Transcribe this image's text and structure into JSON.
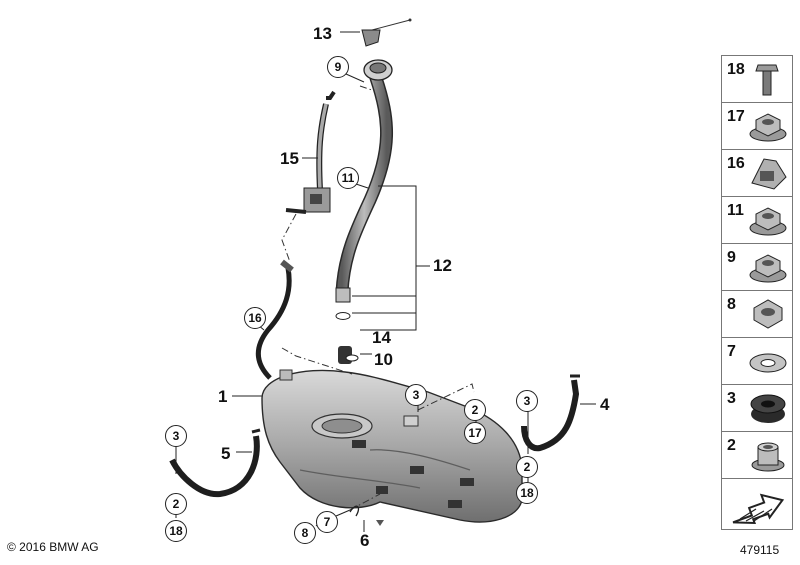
{
  "diagram": {
    "callouts": {
      "c1": "1",
      "c4": "4",
      "c5": "5",
      "c6": "6",
      "c10": "10",
      "c12": "12",
      "c13": "13",
      "c14": "14",
      "c15": "15"
    },
    "circled": {
      "r9": "9",
      "r11": "11",
      "r16": "16",
      "r3a": "3",
      "r2a": "2",
      "r18a": "18",
      "r3b": "3",
      "r2b": "2",
      "r17b": "17",
      "r3c": "3",
      "r2c": "2",
      "r18c": "18",
      "r8": "8",
      "r7": "7"
    },
    "legend": [
      "18",
      "17",
      "16",
      "11",
      "9",
      "8",
      "7",
      "3",
      "2"
    ],
    "copyright": "© 2016 BMW AG",
    "diagram_id": "479115"
  }
}
